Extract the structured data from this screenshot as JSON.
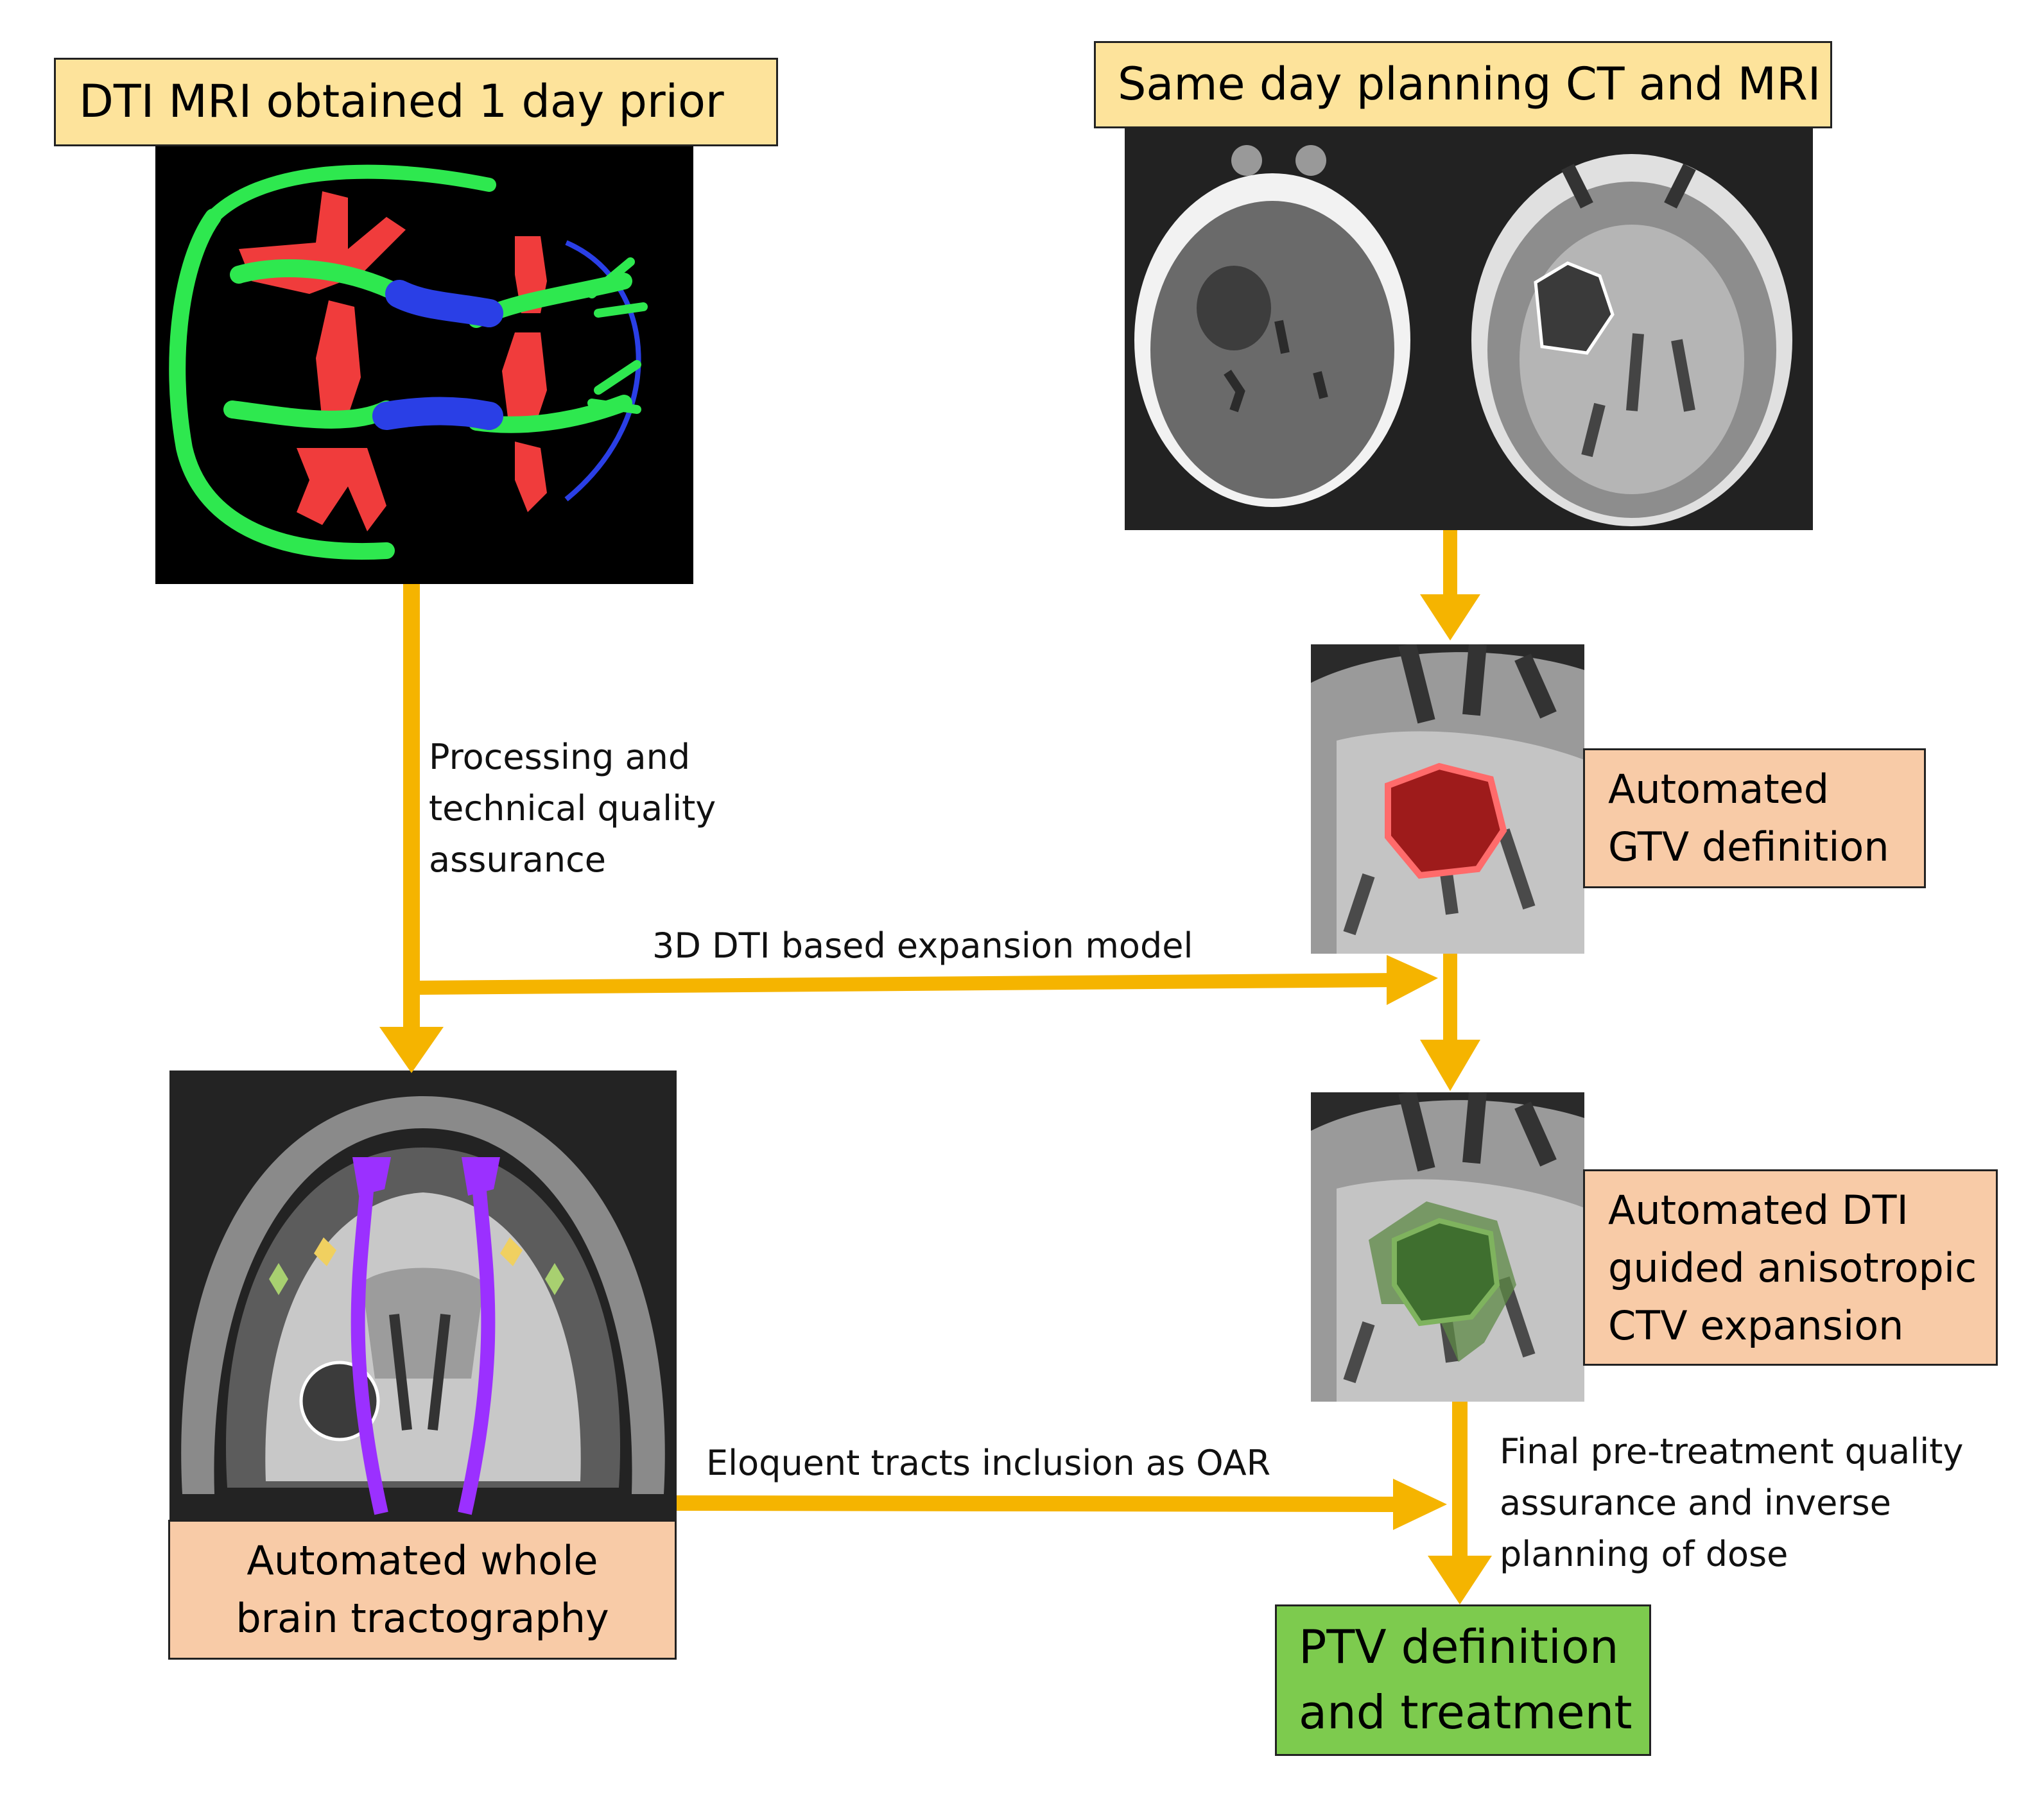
{
  "titles": {
    "dti_mri": "DTI MRI obtained 1 day prior",
    "planning_ct_mri": "Same day planning CT and MRI"
  },
  "steps": {
    "gtv": [
      "Automated",
      "GTV definition"
    ],
    "ctv": [
      "Automated DTI",
      "guided anisotropic",
      "CTV expansion"
    ],
    "tractography": [
      "Automated whole",
      "brain tractography"
    ],
    "ptv": [
      "PTV definition",
      "and treatment"
    ]
  },
  "edge_labels": {
    "processing": [
      "Processing and",
      "technical quality",
      "assurance"
    ],
    "expansion_model": "3D DTI based expansion model",
    "eloquent_tracts": "Eloquent tracts inclusion as OAR",
    "final_qa": [
      "Final pre-treatment quality",
      "assurance and inverse",
      "planning of dose"
    ]
  },
  "colors": {
    "arrow": "#f5b400",
    "title_box": "#fde39b",
    "step_box": "#f8cba7",
    "final_box": "#7dcb4e",
    "tract_red": "#f03c3c",
    "tract_green": "#2ee84f",
    "tract_blue": "#2a3fe6",
    "tract_purple": "#9b30ff",
    "gtv_red": "#9e1b1b",
    "ctv_green": "#3f6f2f"
  }
}
